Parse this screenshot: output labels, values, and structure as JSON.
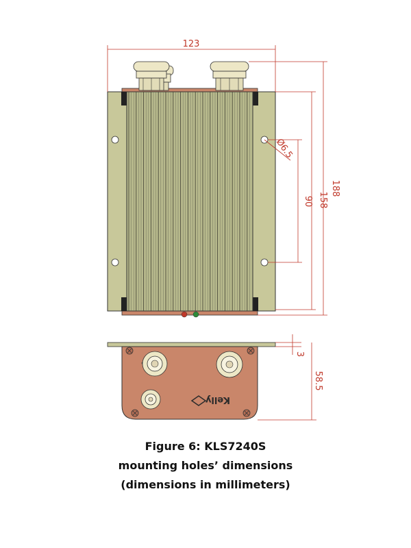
{
  "dimensions": {
    "width": "123",
    "height_total": "188",
    "height_body": "158",
    "hole_spacing": "90",
    "hole_diameter": "Ø6.5",
    "plate_thickness": "3",
    "depth": "58.5"
  },
  "brand_logo_text": "Kelly",
  "caption": {
    "line1": "Figure 6: KLS7240S",
    "line2": "mounting holes’ dimensions",
    "line3": "(dimensions in millimeters)"
  },
  "colors": {
    "housing": "#c8c89a",
    "fins": "#b7b98c",
    "end_plate": "#c9866a",
    "dimension_line": "#c0392b",
    "gland": "#ede7c6"
  }
}
